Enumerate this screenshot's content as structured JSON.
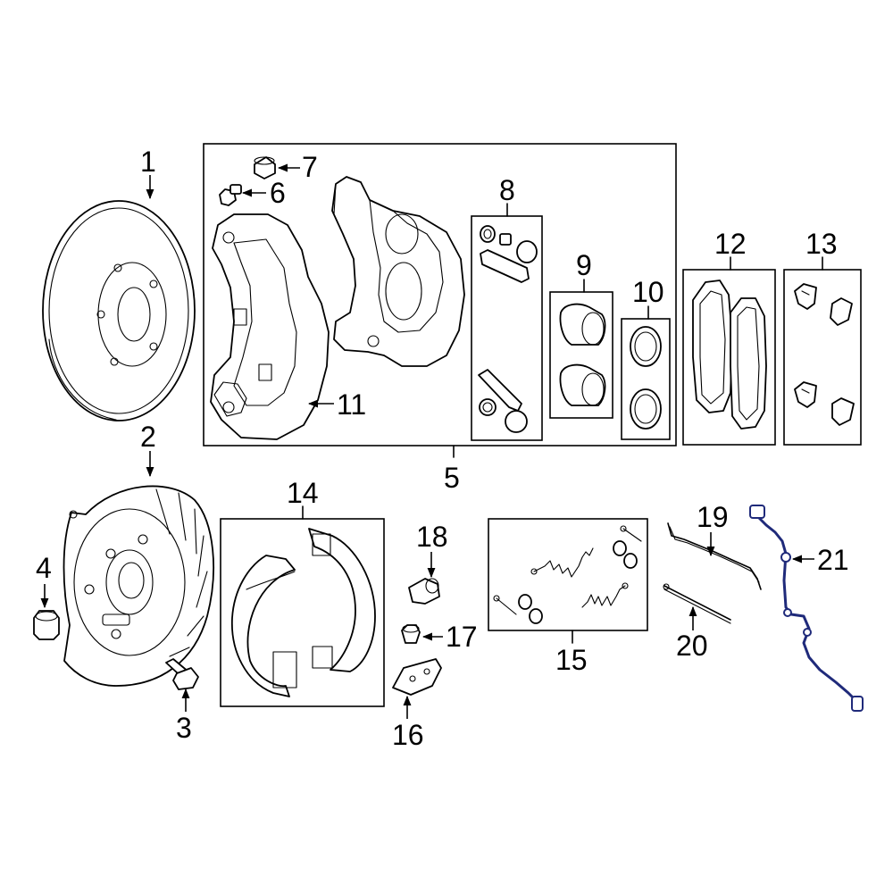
{
  "diagram": {
    "highlight_color": "#1f2a7a",
    "callouts": {
      "c1": "1",
      "c2": "2",
      "c3": "3",
      "c4": "4",
      "c5": "5",
      "c6": "6",
      "c7": "7",
      "c8": "8",
      "c9": "9",
      "c10": "10",
      "c11": "11",
      "c12": "12",
      "c13": "13",
      "c14": "14",
      "c15": "15",
      "c16": "16",
      "c17": "17",
      "c18": "18",
      "c19": "19",
      "c20": "20",
      "c21": "21"
    }
  }
}
